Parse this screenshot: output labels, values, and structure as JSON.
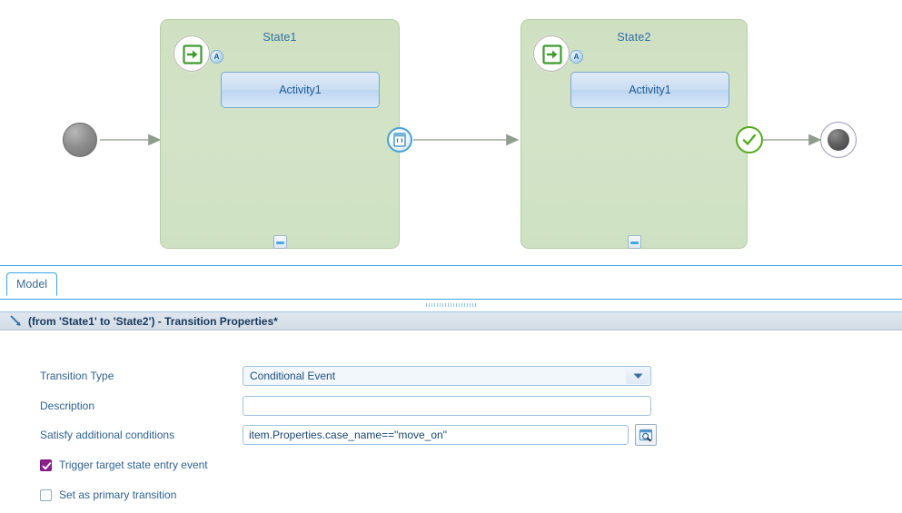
{
  "diagram": {
    "nodes": {
      "initial": {
        "name": "initial-state-node"
      },
      "final": {
        "name": "final-state-node"
      },
      "check_marker": {
        "name": "completion-check-marker"
      },
      "transition_marker": {
        "name": "transition-marker"
      }
    },
    "states": [
      {
        "title": "State1",
        "entry_icon": "entry-event-icon",
        "entry_badge": "A",
        "activity": "Activity1",
        "collapse": "collapse-button"
      },
      {
        "title": "State2",
        "entry_icon": "entry-event-icon",
        "entry_badge": "A",
        "activity": "Activity1",
        "collapse": "collapse-button"
      }
    ]
  },
  "tabs": [
    {
      "label": "Model",
      "selected": true
    }
  ],
  "properties": {
    "header_icon": "transition-arrow-icon",
    "header_title": "(from 'State1' to 'State2') - Transition Properties*",
    "fields": [
      {
        "label": "Transition Type",
        "type": "combobox",
        "value": "Conditional Event",
        "arrow_icon": "chevron-down-icon"
      },
      {
        "label": "Description",
        "type": "text",
        "value": "",
        "placeholder": ""
      },
      {
        "label": "Satisfy additional conditions",
        "type": "text-with-browse",
        "value": "item.Properties.case_name==\"move_on\"",
        "placeholder": "",
        "browse_icon": "expression-picker-icon"
      }
    ],
    "checkboxes": [
      {
        "label": "Trigger target state entry event",
        "checked": true
      },
      {
        "label": "Set as primary transition",
        "checked": false
      }
    ]
  },
  "colors": {
    "state_fill": "#d2e2c6",
    "activity_fill": "#cbdef3",
    "accent_blue": "#36a5e6",
    "label_blue": "#2f628f",
    "entry_green": "#3f9a2f",
    "checkbox_on": "#8b1f8b"
  }
}
